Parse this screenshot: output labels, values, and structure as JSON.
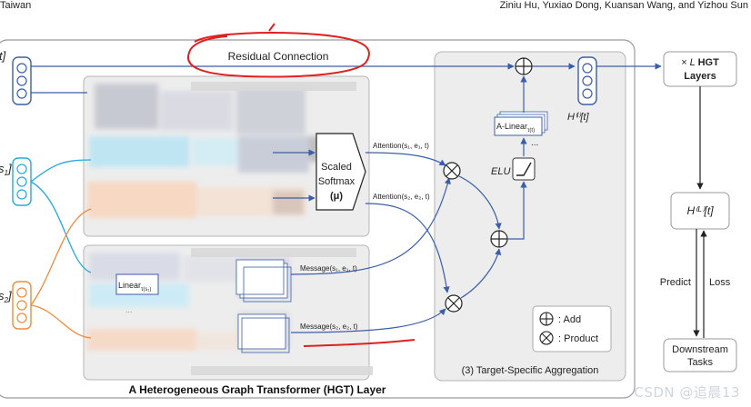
{
  "header": {
    "left": "Taiwan",
    "right": "Ziniu Hu, Yuxiao Dong, Kuansan Wang, and Yizhou Sun"
  },
  "diagram": {
    "inputs": {
      "target_label": "t]",
      "source1_label": "s",
      "source1_sub": "1",
      "source1_close": "]",
      "source2_label": "s",
      "source2_sub": "2",
      "source2_close": "]"
    },
    "residual_label": "Residual Connection",
    "softmax": {
      "line1": "Scaled",
      "line2": "Softmax",
      "line3": "(μ)"
    },
    "attention1": "Attention(s₁, e₁, t)",
    "attention2": "Attention(s₂, e₂, t)",
    "message1": "Message(s₁, e₁, t)",
    "message2": "Message(s₂, e₂, t)",
    "linear_label": "Linear",
    "linear_sub": "τ(s₁)",
    "ellipsis_lower": "...",
    "elu_label": "ELU",
    "a_linear_label": "A-Linear",
    "a_linear_sub": "τ(t)",
    "a_linear_dots": "...",
    "h_l_label": "H⁽ˡ⁾[t]",
    "aggregation_title": "(3) Target-Specific Aggregation",
    "legend": {
      "add": ": Add",
      "product": ": Product"
    },
    "hgt_layer_title": "A Heterogeneous Graph Transformer (HGT) Layer",
    "stack": {
      "line1_prefix": "× L ",
      "line1_bold": "HGT",
      "line2": "Layers"
    },
    "output_node": "H⁽ᴸ⁾[t]",
    "predict": "Predict",
    "loss": "Loss",
    "downstream": {
      "line1": "Downstream",
      "line2": "Tasks"
    }
  },
  "watermark": "CSDN @追晨13",
  "colors": {
    "blue_line": "#3b5ea8",
    "cyan_line": "#29a8df",
    "orange_line": "#f08a3c",
    "red_annotation": "#e02020",
    "panel_bg": "#eeeeee",
    "panel_border": "#9a9a9a"
  }
}
